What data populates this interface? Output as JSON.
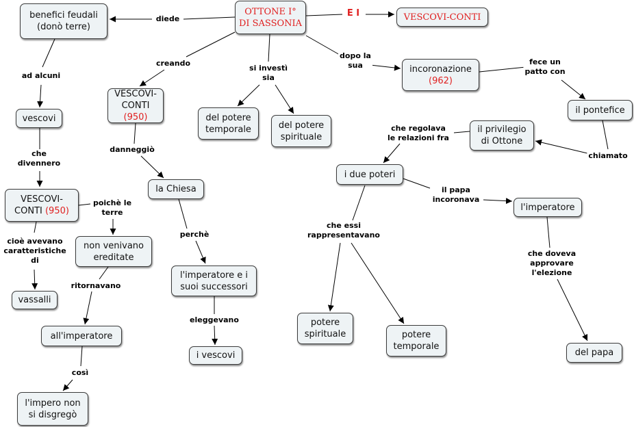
{
  "nodes": {
    "ottone": {
      "line1": "OTTONE I°",
      "line2": "DI SASSONIA"
    },
    "vescovi_conti_top": "VESCOVI-CONTI",
    "benefici": "benefici feudali\n(donò terre)",
    "vescovi": "vescovi",
    "vc_left": {
      "text": "VESCOVI-\nCONTI ",
      "year": "(950)"
    },
    "vassalli": "vassalli",
    "non_ereditate": "non venivano\nereditate",
    "all_imperatore": "all'imperatore",
    "impero": "l'impero non\nsi disgregò",
    "vc_mid": {
      "text": "VESCOVI-\nCONTI ",
      "year": "(950)"
    },
    "chiesa": "la Chiesa",
    "imp_succ": "l'imperatore e i\nsuoi successori",
    "i_vescovi": "i vescovi",
    "pot_temp1": "del potere\ntemporale",
    "pot_spir1": "del potere\nspirituale",
    "incoronazione": {
      "text": "incoronazione\n",
      "year": "(962)"
    },
    "pontefice": "il pontefice",
    "privilegio": "il privilegio\ndi Ottone",
    "due_poteri": "i due poteri",
    "imperatore": "l'imperatore",
    "pot_spir2": "potere\nspirituale",
    "pot_temp2": "potere\ntemporale",
    "del_papa": "del papa"
  },
  "labels": {
    "ei": "E I",
    "diede": "diede",
    "ad_alcuni": "ad alcuni",
    "che_divennero": "che\ndivennero",
    "cioe": "cioè avevano\ncaratteristiche\ndi",
    "poiche": "poichè le\nterre",
    "ritornavano": "ritornavano",
    "cosi": "così",
    "creando": "creando",
    "danneggio": "danneggiò",
    "perche": "perchè",
    "eleggevano": "eleggevano",
    "si_investi": "si investì\nsia",
    "dopo_la_sua": "dopo la\nsua",
    "fece": "fece un\npatto con",
    "chiamato": "chiamato",
    "regolava": "che regolava\nle relazioni fra",
    "il_papa": "il papa\nincoronava",
    "rappresentavano": "che essi\nrappresentavano",
    "approvare": "che doveva\napprovare\nl'elezione"
  },
  "colors": {
    "accent": "#e02020",
    "node_fill": "#eef3f5",
    "line": "#000000"
  }
}
